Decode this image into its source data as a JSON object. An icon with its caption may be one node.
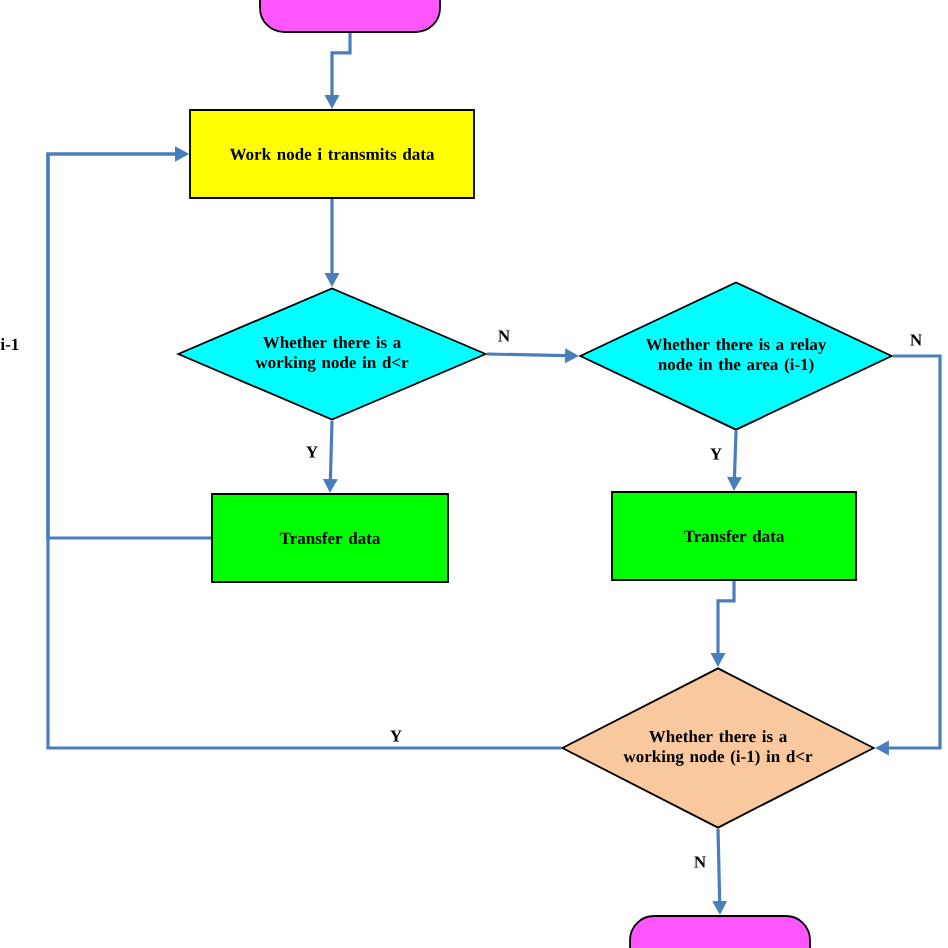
{
  "diagram": {
    "nodes": [
      {
        "text": [],
        "shape": "box"
      },
      {
        "text": [
          "Work node i transmits data"
        ]
      },
      {
        "text": [
          "Whether there is a working node in d<r"
        ]
      },
      {
        "text": [
          "Whether there is a relay node in the area (i-1)"
        ]
      },
      {
        "text": [
          "Transfer data"
        ]
      },
      {
        "text": [
          "Transfer data"
        ]
      },
      {
        "text": [
          "Whether there is a working node (i-1) in d<r"
        ]
      },
      {
        "text": [],
        "shape": "box"
      }
    ],
    "edges": [
      {
        "from": 0,
        "to": 1,
        "arrow": "to"
      },
      {
        "from": 1,
        "to": 2,
        "arrow": "to"
      },
      {
        "from": 2,
        "to": 3,
        "arrow": "to",
        "label": "N"
      },
      {
        "from": 2,
        "to": 4,
        "arrow": "to",
        "label": "Y"
      },
      {
        "from": 3,
        "to": 5,
        "arrow": "to",
        "label": "Y"
      },
      {
        "from": 3,
        "to": 6,
        "arrow": "to",
        "label": "N"
      },
      {
        "from": 5,
        "to": 6,
        "arrow": "to"
      },
      {
        "from": 6,
        "to": 7,
        "arrow": "to",
        "label": "N"
      },
      {
        "from": 6,
        "to": 1,
        "arrow": "to",
        "label": "Y"
      },
      {
        "from": 4,
        "to": 1,
        "arrow": "to"
      }
    ],
    "labels": [
      "i-1"
    ]
  }
}
